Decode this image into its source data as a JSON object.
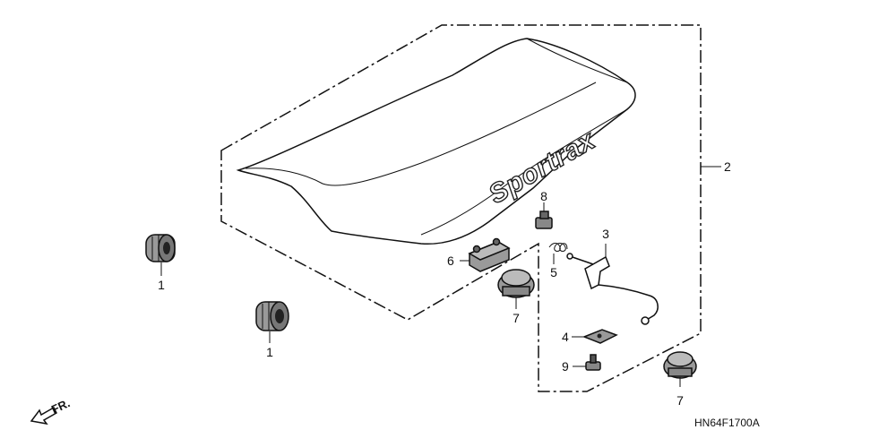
{
  "diagram": {
    "seat_logo": "Sportrax",
    "drawing_code": "HN64F1700A",
    "front_indicator": "FR.",
    "callouts": {
      "rubber_left": "1",
      "rubber_front": "1",
      "seat_assembly": "2",
      "seat_lock": "3",
      "lock_plate": "4",
      "spring": "5",
      "damper_rubber": "6",
      "cushion_rear_left": "7",
      "cushion_rear_right": "7",
      "nut": "8",
      "bolt": "9"
    }
  }
}
